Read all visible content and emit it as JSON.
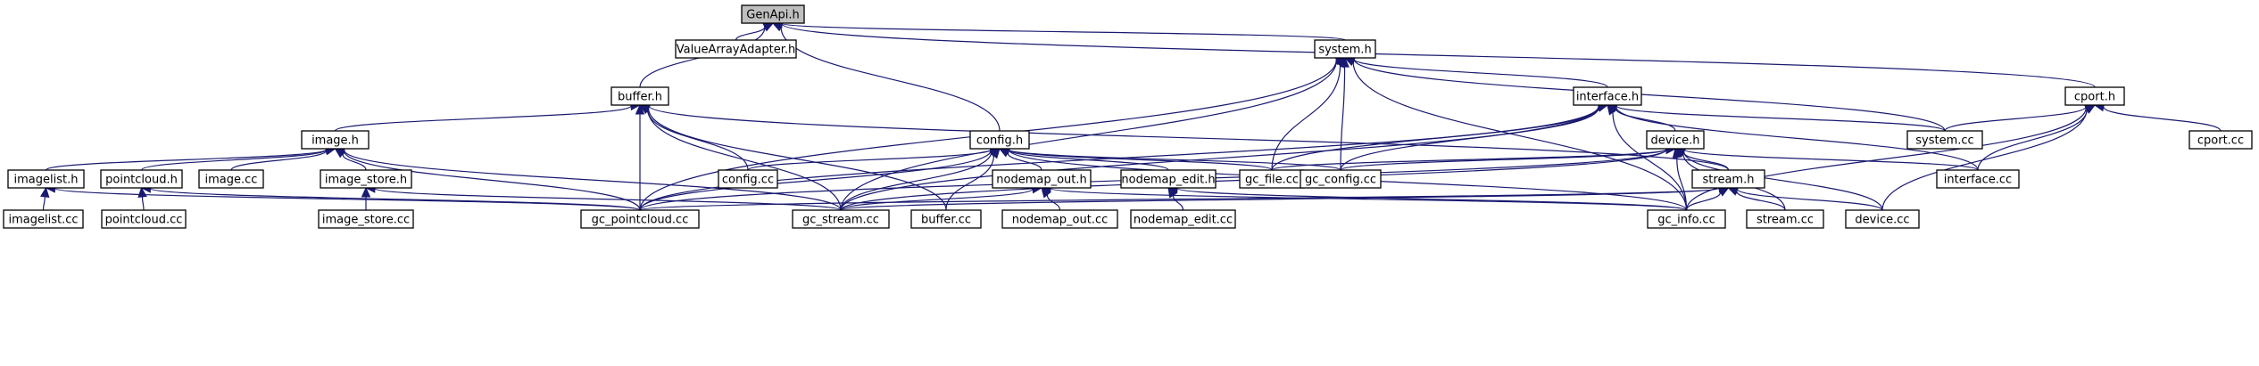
{
  "diagram": {
    "type": "include-dependency-graph",
    "root": "GenApi.h",
    "colors": {
      "edge": "#191970",
      "root_fill": "#bfbfbf",
      "node_fill": "#ffffff",
      "node_border": "#000000"
    },
    "nodes": [
      {
        "id": "genapi_h",
        "label": "GenApi.h",
        "root": true
      },
      {
        "id": "valuearrayadapter_h",
        "label": "ValueArrayAdapter.h"
      },
      {
        "id": "system_h",
        "label": "system.h"
      },
      {
        "id": "cport_h",
        "label": "cport.h"
      },
      {
        "id": "buffer_h",
        "label": "buffer.h"
      },
      {
        "id": "interface_h",
        "label": "interface.h"
      },
      {
        "id": "image_h",
        "label": "image.h"
      },
      {
        "id": "config_h",
        "label": "config.h"
      },
      {
        "id": "device_h",
        "label": "device.h"
      },
      {
        "id": "system_cc",
        "label": "system.cc"
      },
      {
        "id": "cport_cc",
        "label": "cport.cc"
      },
      {
        "id": "imagelist_h",
        "label": "imagelist.h"
      },
      {
        "id": "pointcloud_h",
        "label": "pointcloud.h"
      },
      {
        "id": "image_cc",
        "label": "image.cc"
      },
      {
        "id": "image_store_h",
        "label": "image_store.h"
      },
      {
        "id": "config_cc",
        "label": "config.cc"
      },
      {
        "id": "nodemap_out_h",
        "label": "nodemap_out.h"
      },
      {
        "id": "nodemap_edit_h",
        "label": "nodemap_edit.h"
      },
      {
        "id": "gc_file_cc",
        "label": "gc_file.cc"
      },
      {
        "id": "gc_config_cc",
        "label": "gc_config.cc"
      },
      {
        "id": "stream_h",
        "label": "stream.h"
      },
      {
        "id": "interface_cc",
        "label": "interface.cc"
      },
      {
        "id": "imagelist_cc",
        "label": "imagelist.cc"
      },
      {
        "id": "pointcloud_cc",
        "label": "pointcloud.cc"
      },
      {
        "id": "image_store_cc",
        "label": "image_store.cc"
      },
      {
        "id": "gc_pointcloud_cc",
        "label": "gc_pointcloud.cc"
      },
      {
        "id": "gc_stream_cc",
        "label": "gc_stream.cc"
      },
      {
        "id": "buffer_cc",
        "label": "buffer.cc"
      },
      {
        "id": "nodemap_out_cc",
        "label": "nodemap_out.cc"
      },
      {
        "id": "nodemap_edit_cc",
        "label": "nodemap_edit.cc"
      },
      {
        "id": "gc_info_cc",
        "label": "gc_info.cc"
      },
      {
        "id": "stream_cc",
        "label": "stream.cc"
      },
      {
        "id": "device_cc",
        "label": "device.cc"
      }
    ],
    "edges": [
      [
        "valuearrayadapter_h",
        "genapi_h"
      ],
      [
        "buffer_h",
        "genapi_h"
      ],
      [
        "config_h",
        "genapi_h"
      ],
      [
        "system_h",
        "genapi_h"
      ],
      [
        "cport_h",
        "genapi_h"
      ],
      [
        "image_h",
        "buffer_h"
      ],
      [
        "stream_h",
        "buffer_h"
      ],
      [
        "gc_pointcloud_cc",
        "buffer_h"
      ],
      [
        "gc_stream_cc",
        "buffer_h"
      ],
      [
        "buffer_cc",
        "buffer_h"
      ],
      [
        "config_cc",
        "buffer_h"
      ],
      [
        "imagelist_h",
        "image_h"
      ],
      [
        "pointcloud_h",
        "image_h"
      ],
      [
        "image_cc",
        "image_h"
      ],
      [
        "gc_pointcloud_cc",
        "image_h"
      ],
      [
        "image_store_h",
        "image_h"
      ],
      [
        "gc_stream_cc",
        "image_h"
      ],
      [
        "imagelist_cc",
        "imagelist_h"
      ],
      [
        "gc_pointcloud_cc",
        "imagelist_h"
      ],
      [
        "pointcloud_cc",
        "pointcloud_h"
      ],
      [
        "gc_pointcloud_cc",
        "pointcloud_h"
      ],
      [
        "image_store_cc",
        "image_store_h"
      ],
      [
        "gc_stream_cc",
        "image_store_h"
      ],
      [
        "config_cc",
        "config_h"
      ],
      [
        "gc_pointcloud_cc",
        "config_h"
      ],
      [
        "gc_stream_cc",
        "config_h"
      ],
      [
        "buffer_cc",
        "config_h"
      ],
      [
        "nodemap_out_h",
        "config_h"
      ],
      [
        "nodemap_edit_h",
        "config_h"
      ],
      [
        "gc_file_cc",
        "config_h"
      ],
      [
        "gc_config_cc",
        "config_h"
      ],
      [
        "gc_info_cc",
        "config_h"
      ],
      [
        "gc_stream_cc",
        "nodemap_out_h"
      ],
      [
        "nodemap_out_cc",
        "nodemap_out_h"
      ],
      [
        "gc_info_cc",
        "nodemap_out_h"
      ],
      [
        "nodemap_edit_cc",
        "nodemap_edit_h"
      ],
      [
        "gc_info_cc",
        "nodemap_edit_h"
      ],
      [
        "interface_h",
        "system_h"
      ],
      [
        "system_cc",
        "system_h"
      ],
      [
        "gc_file_cc",
        "system_h"
      ],
      [
        "gc_config_cc",
        "system_h"
      ],
      [
        "gc_pointcloud_cc",
        "system_h"
      ],
      [
        "gc_stream_cc",
        "system_h"
      ],
      [
        "gc_info_cc",
        "system_h"
      ],
      [
        "device_h",
        "interface_h"
      ],
      [
        "system_cc",
        "interface_h"
      ],
      [
        "interface_cc",
        "interface_h"
      ],
      [
        "gc_file_cc",
        "interface_h"
      ],
      [
        "gc_config_cc",
        "interface_h"
      ],
      [
        "gc_pointcloud_cc",
        "interface_h"
      ],
      [
        "gc_stream_cc",
        "interface_h"
      ],
      [
        "gc_info_cc",
        "interface_h"
      ],
      [
        "stream_h",
        "device_h"
      ],
      [
        "gc_file_cc",
        "device_h"
      ],
      [
        "gc_config_cc",
        "device_h"
      ],
      [
        "interface_cc",
        "device_h"
      ],
      [
        "device_cc",
        "device_h"
      ],
      [
        "gc_pointcloud_cc",
        "device_h"
      ],
      [
        "gc_stream_cc",
        "device_h"
      ],
      [
        "gc_info_cc",
        "device_h"
      ],
      [
        "stream_cc",
        "device_h"
      ],
      [
        "gc_info_cc",
        "stream_h"
      ],
      [
        "stream_cc",
        "stream_h"
      ],
      [
        "device_cc",
        "stream_h"
      ],
      [
        "gc_pointcloud_cc",
        "stream_h"
      ],
      [
        "gc_stream_cc",
        "stream_h"
      ],
      [
        "system_cc",
        "cport_h"
      ],
      [
        "interface_cc",
        "cport_h"
      ],
      [
        "gc_info_cc",
        "cport_h"
      ],
      [
        "device_cc",
        "cport_h"
      ],
      [
        "cport_cc",
        "cport_h"
      ]
    ]
  }
}
